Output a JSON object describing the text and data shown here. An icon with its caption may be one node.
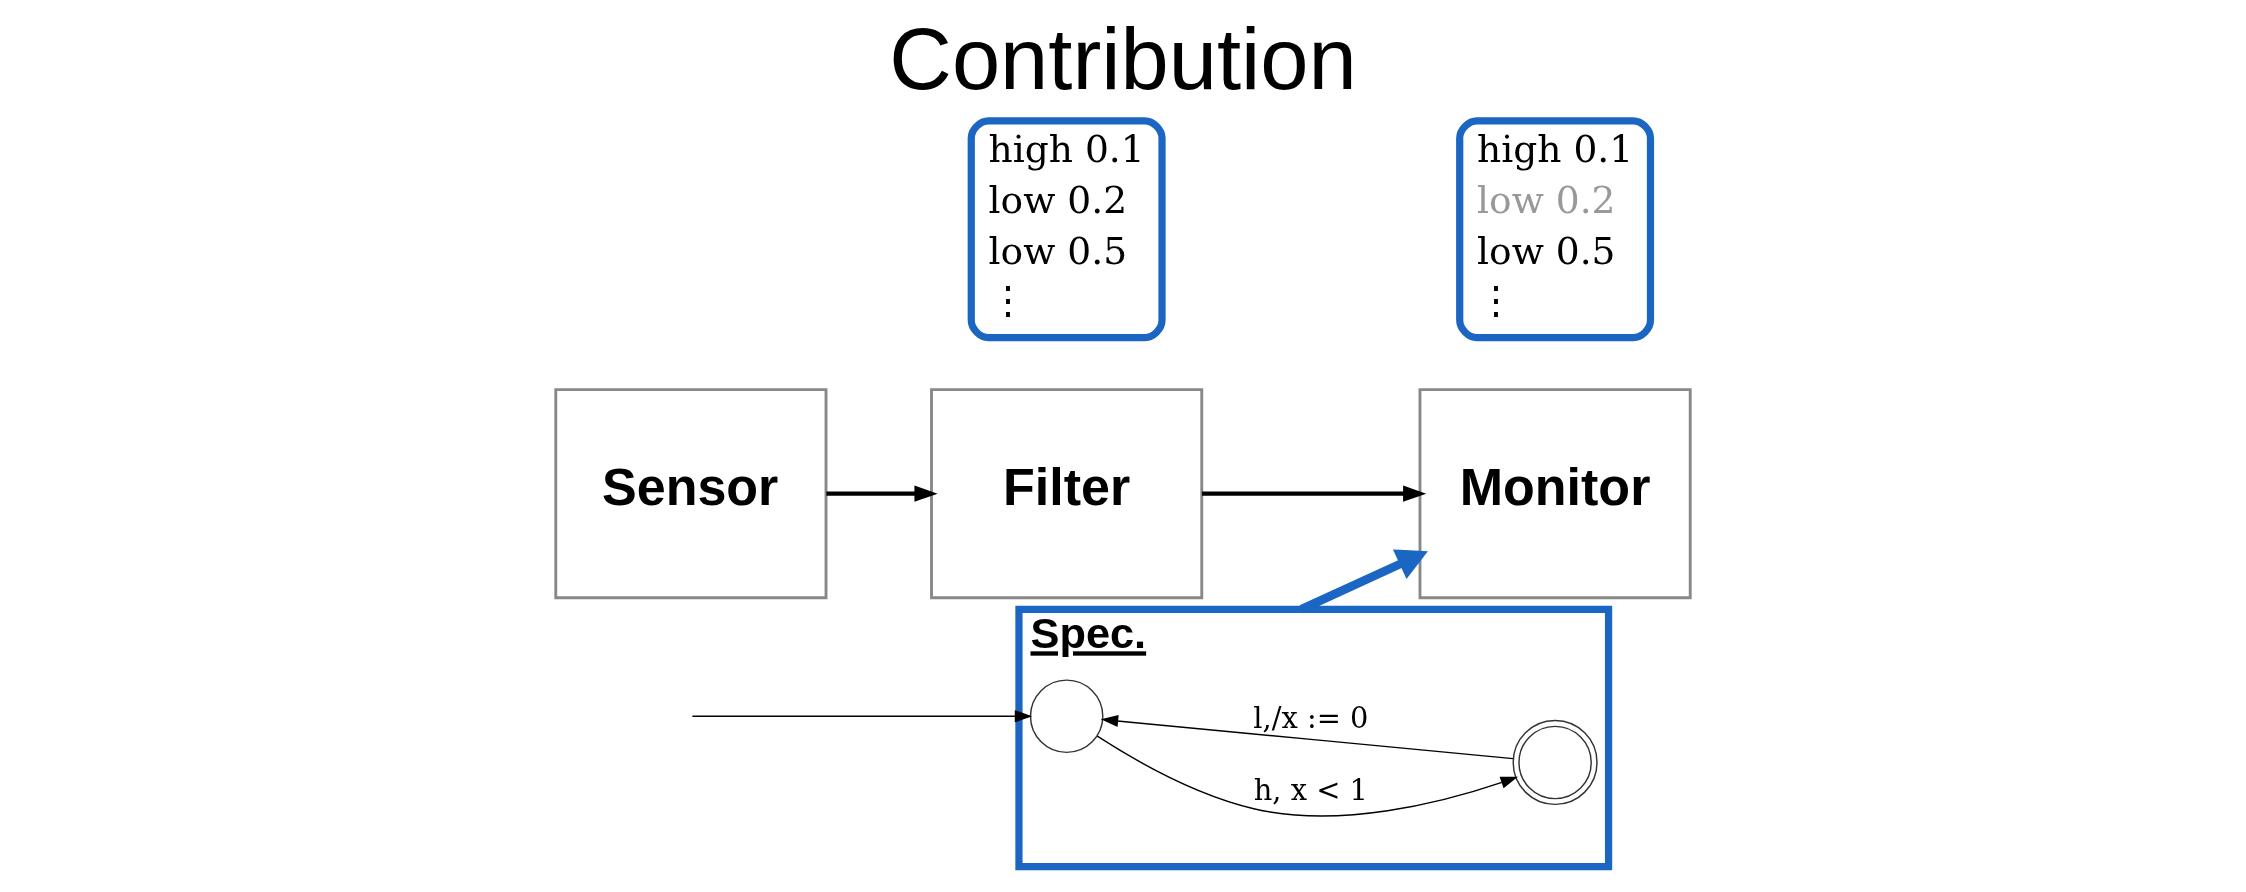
{
  "diagram": {
    "title": "Contribution",
    "nodes": [
      {
        "text": [
          "Sensor"
        ]
      },
      {
        "text": [
          "high 0.1",
          "low 0.2",
          "low 0.5",
          "⋮"
        ]
      },
      {
        "text": [
          "Filter"
        ]
      },
      {
        "text": [
          "high 0.1",
          "low 0.2",
          "low 0.5",
          "⋮"
        ]
      },
      {
        "text": [
          "Monitor"
        ]
      },
      {
        "text": [
          "Spec."
        ]
      },
      {
        "text": [],
        "shape": "circle",
        "in": 5
      },
      {
        "text": [],
        "shape": "doublecircle",
        "in": 5
      }
    ],
    "edges": [
      {
        "from": 0,
        "to": 2,
        "arrow": "to"
      },
      {
        "from": 2,
        "to": 4,
        "arrow": "to"
      },
      {
        "from": 5,
        "to": 4,
        "arrow": "to",
        "style": "thick",
        "color": "#1a66c2"
      },
      {
        "from": null,
        "to": 6,
        "arrow": "to"
      },
      {
        "from": 6,
        "to": 7,
        "label": "h, x < 1",
        "arrow": "to"
      },
      {
        "from": 7,
        "to": 6,
        "label": "l,/x := 0",
        "arrow": "to"
      }
    ]
  }
}
